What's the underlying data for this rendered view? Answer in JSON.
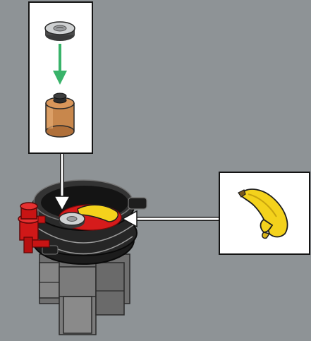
{
  "instruction_step": {
    "callouts": [
      {
        "id": "top",
        "parts": [
          "round-tile-2x2-with-print",
          "round-brick-1x1-tan"
        ],
        "action": "attach-tile-onto-brick"
      },
      {
        "id": "right",
        "parts": [
          "banana-yellow"
        ],
        "action": "place-into-cauldron"
      }
    ],
    "assembly": [
      "cauldron-black",
      "tap-red",
      "stacked-bricks-gray",
      "red-liquid-surface"
    ]
  },
  "colors": {
    "background": "#8e9396",
    "callout_border": "#141414",
    "arrow_assembly": "#39b36a",
    "banana": "#f4d21c",
    "tan_brick": "#c8874c",
    "red_liquid": "#d61b1b",
    "cauldron": "#1c1c1c",
    "bricks": "#6f6f6f"
  }
}
